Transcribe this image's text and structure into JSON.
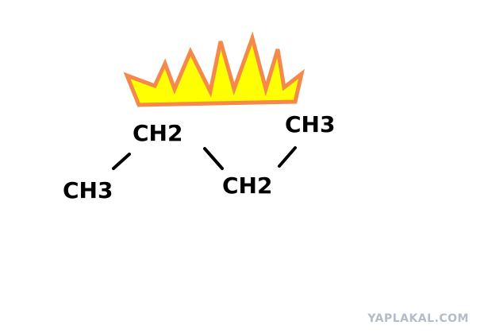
{
  "diagram": {
    "nodes": [
      {
        "id": "ch3-left",
        "text": "CH3"
      },
      {
        "id": "ch2-upper",
        "text": "CH2"
      },
      {
        "id": "ch2-lower",
        "text": "CH2"
      },
      {
        "id": "ch3-right",
        "text": "CH3"
      }
    ],
    "bonds": [
      {
        "from": "ch3-left",
        "to": "ch2-upper"
      },
      {
        "from": "ch2-upper",
        "to": "ch2-lower"
      },
      {
        "from": "ch2-lower",
        "to": "ch3-right"
      }
    ],
    "crown": {
      "fill_color": "#ffff00",
      "outline_color": "#f5894a"
    }
  },
  "watermark": {
    "text": "YAPLAKAL.COM",
    "color": "#b4bcc8"
  }
}
